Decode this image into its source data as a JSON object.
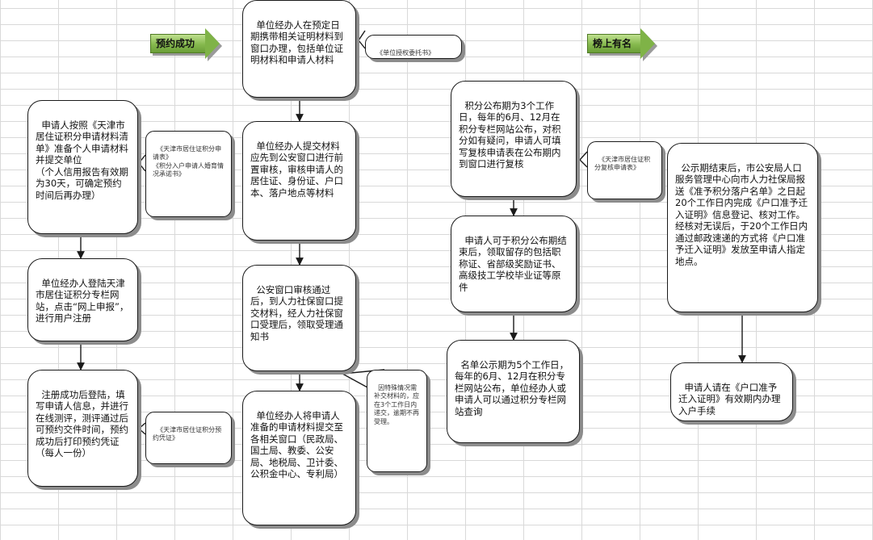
{
  "colors": {
    "banner": "#86b94e",
    "connector": "#1a1a1a",
    "grid": "#d9d9d9"
  },
  "banners": {
    "reserve_success": "预约成功",
    "list_announced": "榜上有名"
  },
  "steps": {
    "apply_prepare": "申请人按照《天津市居住证积分申请材料清单》准备个人申请材料并提交单位\n（个人信用报告有效期为30天，可确定预约时间后再办理）",
    "register_online": "单位经办人登陆天津市居住证积分专栏网站，点击“网上申报”，进行用户注册",
    "reserve_print": "注册成功后登陆，填写申请人信息，并进行在线测评，测评通过后可预约交件时间，预约成功后打印预约凭证（每人一份）",
    "window_visit": "单位经办人在预定日期携带相关证明材料到窗口办理，包括单位证明材料和申请人材料",
    "police_review": "单位经办人提交材料应先到公安窗口进行前置审核，审核申请人的居住证、身份证、户口本、落户地点等材料",
    "hr_accept": "公安窗口审核通过后，到人力社保窗口提交材料，经人力社保窗口受理后，领取受理通知书",
    "dept_submit": "单位经办人将申请人准备的申请材料提交至各相关窗口（民政局、国土局、教委、公安局、地税局、卫计委、公积金中心、专利局）",
    "score_publish": "积分公布期为3个工作日，每年的6月、12月在积分专栏网站公布，对积分如有疑问，申请人可填写复核申请表在公布期内到窗口进行复核",
    "collect_originals": "申请人可于积分公布期结束后，领取留存的包括职称证、省部级奖励证书、高级技工学校毕业证等原件",
    "list_publish": "名单公示期为5个工作日，每年的6月、12月在积分专栏网站公布，单位经办人或申请人可以通过积分专栏网站查询",
    "hukou_issue": "公示期结束后，市公安局人口服务管理中心向市人力社保局报送《准予积分落户名单》之日起20个工作日内完成《户口准予迁入证明》信息登记、核对工作。经核对无误后，于20个工作日内通过邮政速递的方式将《户口准予迁入证明》发放至申请人指定地点。",
    "settle_hukou": "申请人请在《户口准予迁入证明》有效期内办理入户手续"
  },
  "notes": {
    "application_forms": "《天津市居住证积分申请表》\n《积分入户申请人婚育情况承诺书》",
    "reservation_voucher": "《天津市居住证积分预约凭证》",
    "authorization_letter": "《单位授权委托书》",
    "review_form": "《天津市居住证积分复核申请表》",
    "special_case": "因特殊情况需补交材料的，应在3个工作日内递交，逾期不再受理。"
  }
}
